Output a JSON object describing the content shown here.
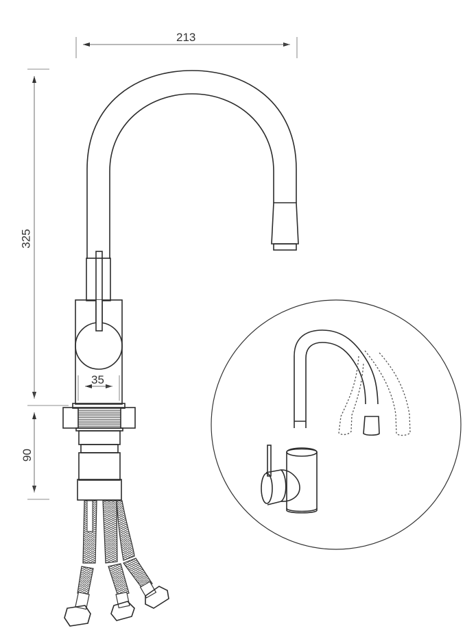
{
  "diagram": {
    "subject": "Pull-out kitchen faucet dimension drawing",
    "dimensions": {
      "spout_reach": {
        "value": "213",
        "orientation": "horizontal"
      },
      "height_above_deck": {
        "value": "325",
        "orientation": "vertical"
      },
      "below_deck_length": {
        "value": "90",
        "orientation": "vertical"
      },
      "body_diameter": {
        "value": "35",
        "orientation": "horizontal"
      }
    },
    "parts": [
      "gooseneck-spout",
      "spray-head",
      "lever-handle",
      "faucet-body",
      "mounting-nut-threaded-shank",
      "braided-supply-hoses",
      "hose-nuts"
    ],
    "inset": {
      "description": "Perspective view showing pull-out spray hose flexibility with dotted alternative positions"
    }
  }
}
